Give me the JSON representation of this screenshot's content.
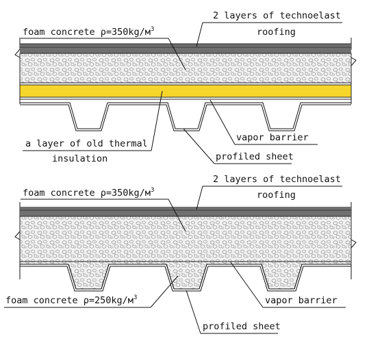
{
  "diagram_top": {
    "roofing_label_line1": "2 layers of technoelast",
    "roofing_label_line2": "roofing",
    "foam_label_prefix": "foam concrete ρ=350kg/м",
    "foam_label_exp": "3",
    "insulation_label_line1": "a layer of old thermal",
    "insulation_label_line2": "insulation",
    "vapor_label": "vapor barrier",
    "sheet_label": "profiled sheet"
  },
  "diagram_bottom": {
    "roofing_label_line1": "2 layers of technoelast",
    "roofing_label_line2": "roofing",
    "foam_label_prefix": "foam concrete ρ=350kg/м",
    "foam_label_exp": "3",
    "foam_fill_label_prefix": "foam concrete ρ=250kg/м",
    "foam_fill_label_exp": "3",
    "vapor_label": "vapor barrier",
    "sheet_label": "profiled sheet"
  },
  "colors": {
    "roofing": "#707070",
    "roofing_edge": "#3a3a3a",
    "foam_fill": "#f2f2f2",
    "foam_pattern": "#9a9a9a",
    "insulation": "#f7d62b",
    "line": "#111111"
  }
}
